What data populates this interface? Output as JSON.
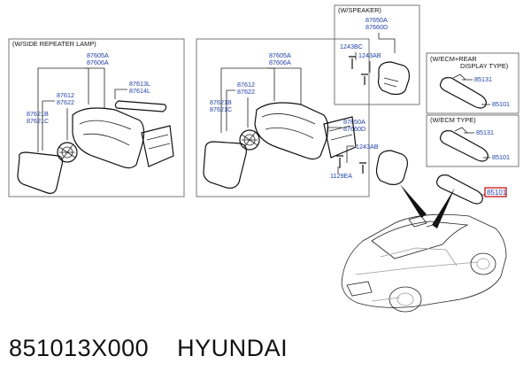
{
  "caption": {
    "part_number": "851013X000",
    "brand": "HYUNDAI"
  },
  "panels": {
    "side_repeater": {
      "title": "(W/SIDE REPEATER LAMP)",
      "label_87605a": "87605A",
      "label_87606a": "87606A",
      "label_87612": "87612",
      "label_87622": "87622",
      "label_87613l": "87613L",
      "label_87614l": "87614L",
      "label_87621b": "87621B",
      "label_87621c": "87621C"
    },
    "center_mirror": {
      "label_87605a": "87605A",
      "label_87606a": "87606A",
      "label_87612": "87612",
      "label_87622": "87622",
      "label_87621b": "87621B",
      "label_87621c": "87621C",
      "label_87650a": "87650A",
      "label_87660d": "87660D",
      "label_1243ab": "1243AB",
      "label_1129ea": "1129EA"
    },
    "speaker": {
      "title": "(W/SPEAKER)",
      "label_87650a": "87650A",
      "label_87660d": "87660D",
      "label_1243bc": "1243BC",
      "label_1243ab": "1243AB"
    },
    "ecm_rear": {
      "title_line1": "(W/ECM+REAR",
      "title_line2": "DISPLAY TYPE)",
      "label_85131": "85131",
      "label_85101": "85101"
    },
    "ecm": {
      "title": "(W/ECM TYPE)",
      "label_85131": "85131",
      "label_85101": "85101"
    },
    "inside_mirror": {
      "label_85101": "85101",
      "highlight_color": "#c00000"
    }
  }
}
